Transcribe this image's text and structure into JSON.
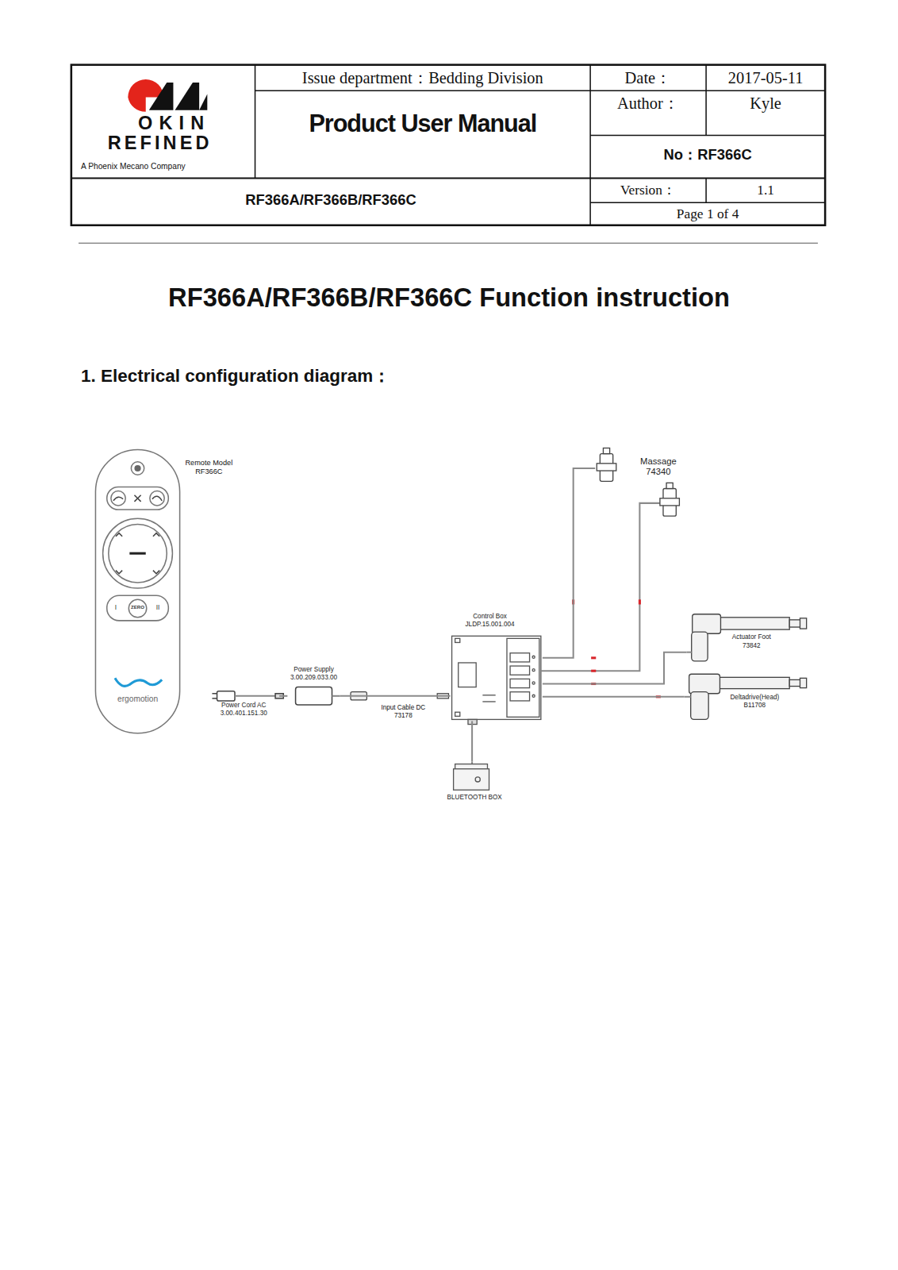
{
  "diagram": {
    "title": "RF366A/RF366B/RF366C Function instruction",
    "nodes": [
      {
        "text": [
          "Power Cord AC 3.00.401.151.30"
        ]
      },
      {
        "text": [
          "Power Supply 3.00.209.033.00"
        ]
      },
      {
        "text": [
          "Control Box JLDP.15.001.004"
        ]
      },
      {
        "text": [
          "Massage 74340"
        ]
      },
      {
        "text": [
          "Actuator Foot 73842"
        ]
      },
      {
        "text": [
          "Deltadrive(Head) B11708"
        ]
      },
      {
        "text": [
          "BLUETOOTH BOX"
        ]
      }
    ],
    "edges": [
      {
        "from": 0,
        "to": 1,
        "arrow": "none"
      },
      {
        "from": 1,
        "to": 2,
        "arrow": "none"
      },
      {
        "from": 2,
        "to": 3,
        "arrow": "none"
      },
      {
        "from": 2,
        "to": 4,
        "arrow": "none"
      },
      {
        "from": 2,
        "to": 5,
        "arrow": "none"
      },
      {
        "from": 2,
        "to": 6,
        "arrow": "none"
      }
    ],
    "labels": [
      "OKIN",
      "REFINED",
      "A Phoenix Mecano Company",
      "Issue department：Bedding Division",
      "Product User Manual",
      "Date：",
      "2017-05-11",
      "Author：",
      "Kyle",
      "No：RF366C",
      "RF366A/RF366B/RF366C",
      "Version：",
      "1.1",
      "Page 1 of 4",
      "1. Electrical configuration diagram：",
      "Remote Model RF366C",
      "Input Cable DC 73178",
      "ZERO",
      "I",
      "II",
      "ergomotion"
    ]
  }
}
